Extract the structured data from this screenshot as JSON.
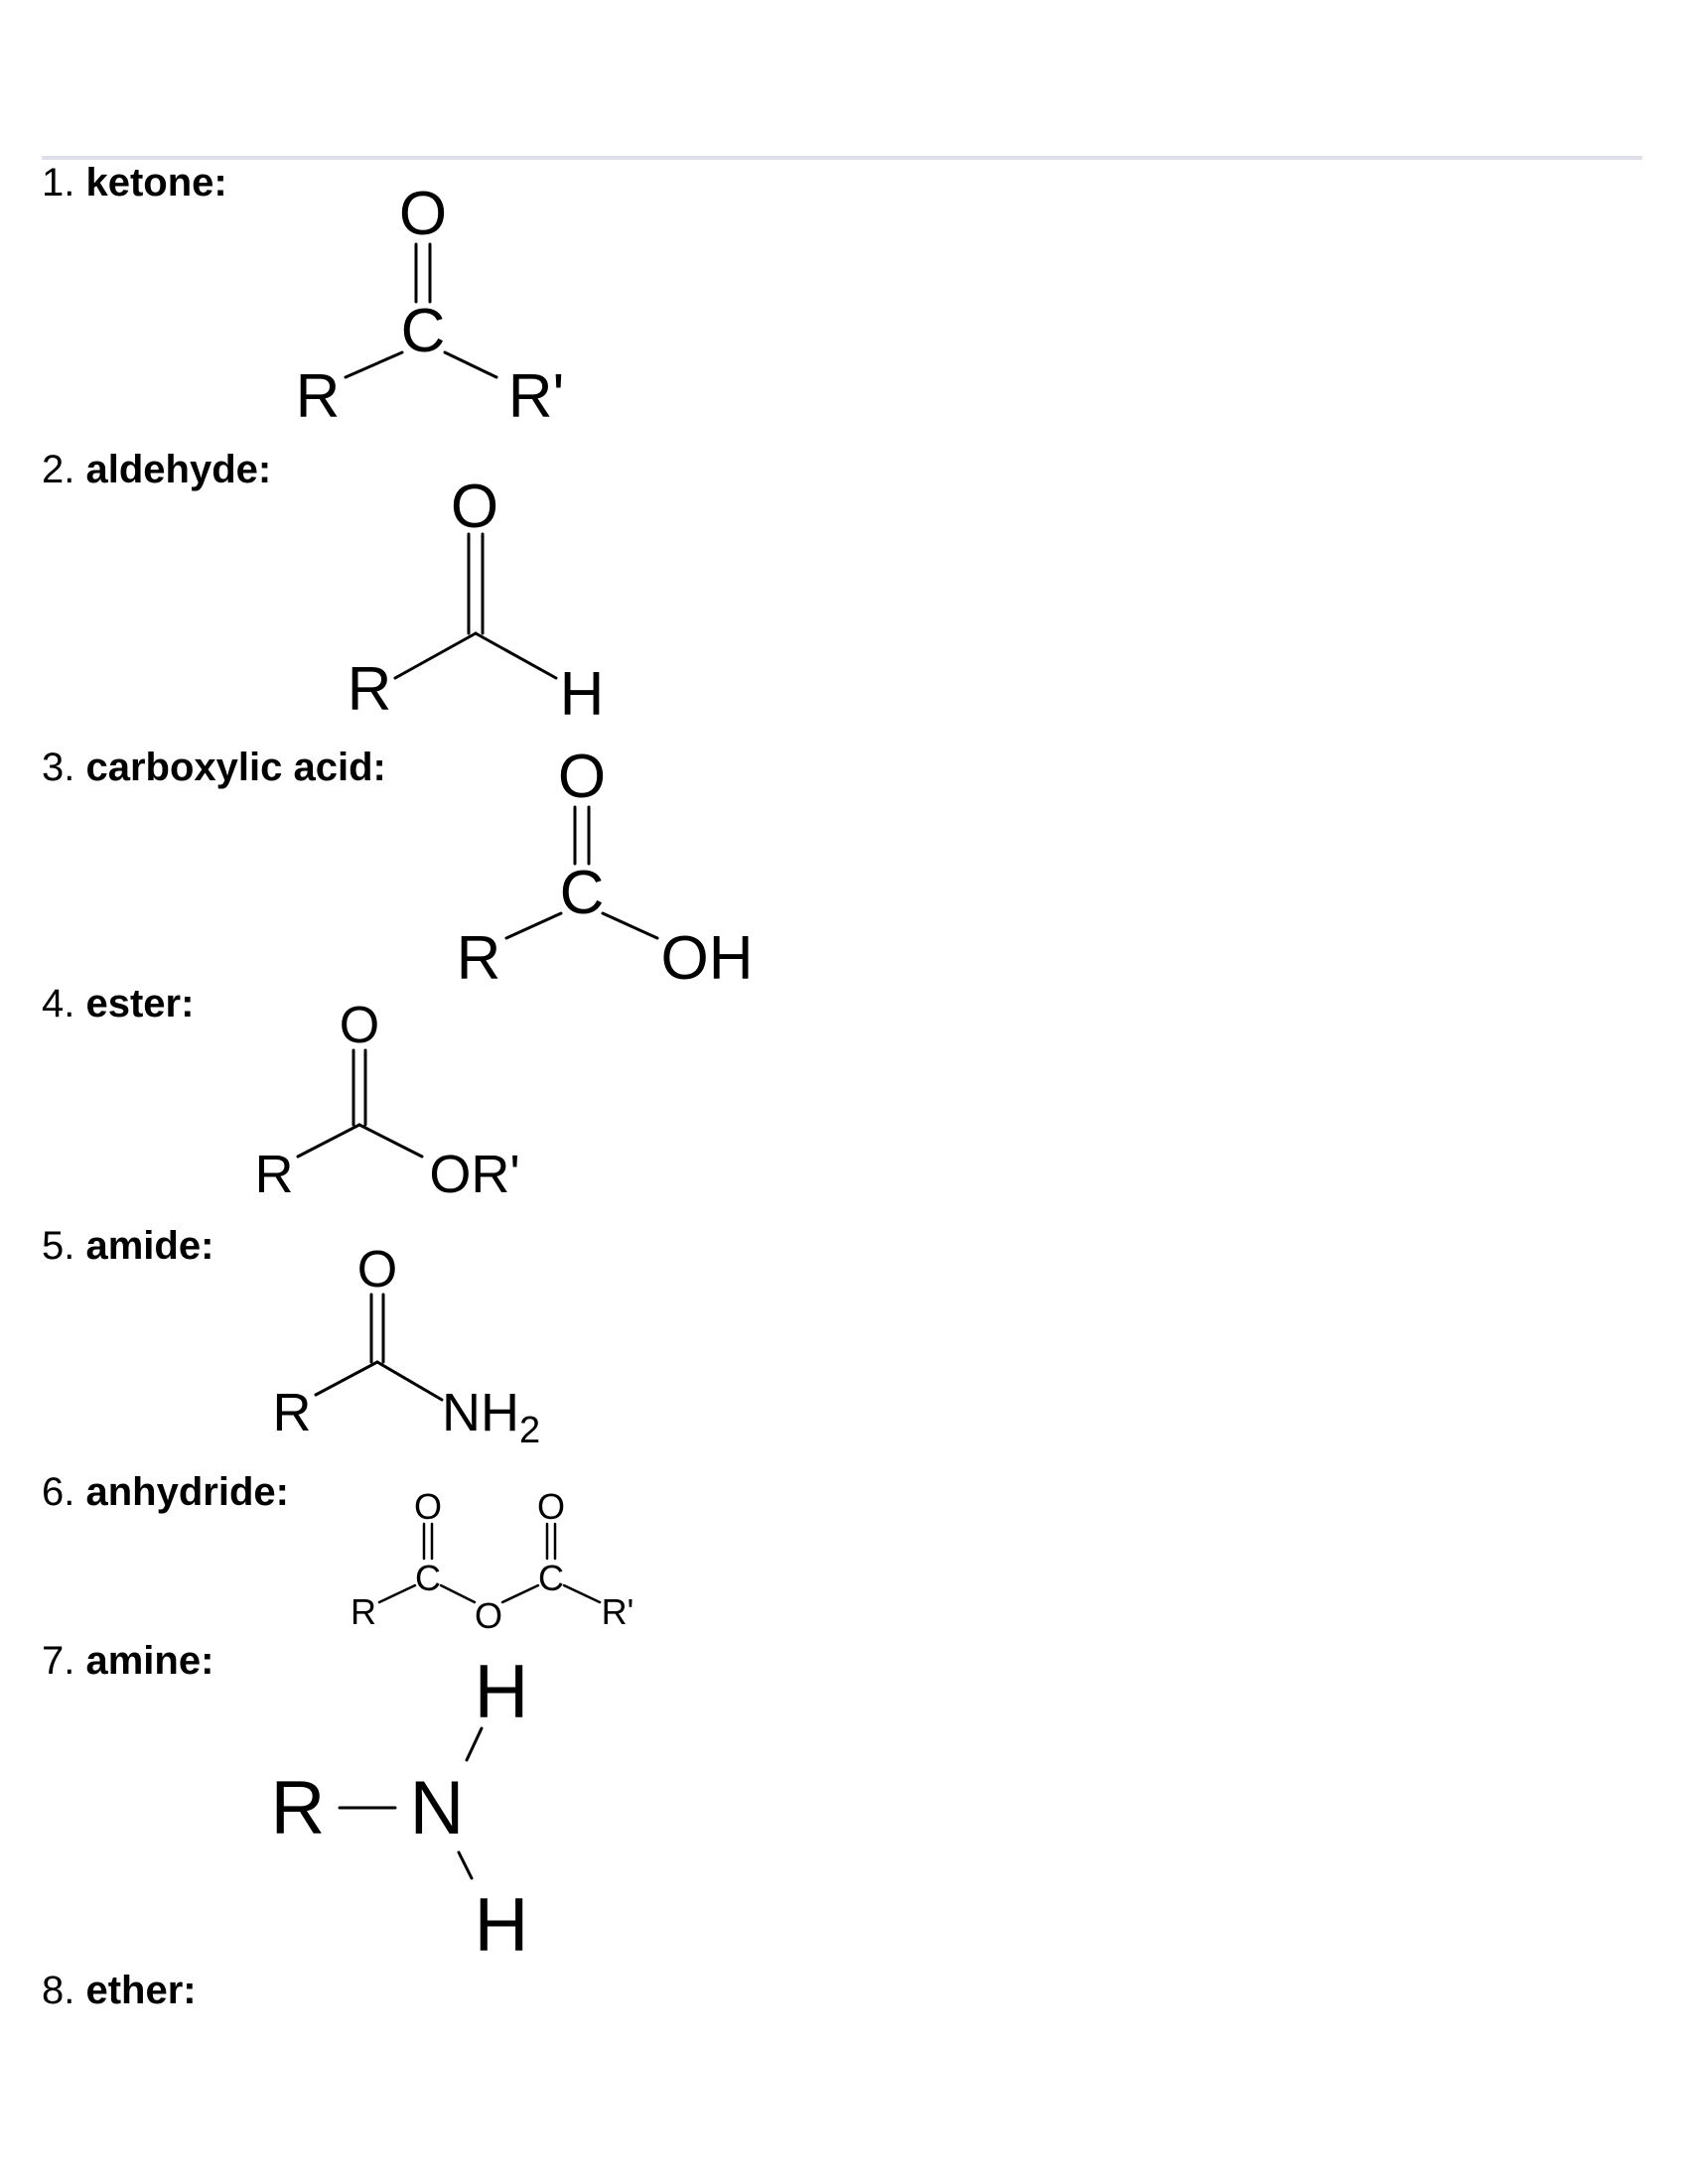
{
  "items": [
    {
      "num": "1.",
      "name": "ketone:"
    },
    {
      "num": "2.",
      "name": "aldehyde:"
    },
    {
      "num": "3.",
      "name": "carboxylic acid:"
    },
    {
      "num": "4.",
      "name": "ester:"
    },
    {
      "num": "5.",
      "name": "amide:"
    },
    {
      "num": "6.",
      "name": "anhydride:"
    },
    {
      "num": "7.",
      "name": "amine:"
    },
    {
      "num": "8.",
      "name": "ether:"
    }
  ],
  "structures": {
    "ketone": {
      "o": "O",
      "c": "C",
      "left": "R",
      "right": "R'"
    },
    "aldehyde": {
      "o": "O",
      "left": "R",
      "right": "H"
    },
    "carboxylic_acid": {
      "o": "O",
      "c": "C",
      "left": "R",
      "right": "OH"
    },
    "ester": {
      "o": "O",
      "left": "R",
      "right": "OR'"
    },
    "amide": {
      "o": "O",
      "left": "R",
      "right_main": "NH",
      "right_sub": "2"
    },
    "anhydride": {
      "o1": "O",
      "o2": "O",
      "c1": "C",
      "c2": "C",
      "bridge": "O",
      "left": "R",
      "right": "R'"
    },
    "amine": {
      "r": "R",
      "n": "N",
      "h_top": "H",
      "h_bottom": "H"
    }
  }
}
